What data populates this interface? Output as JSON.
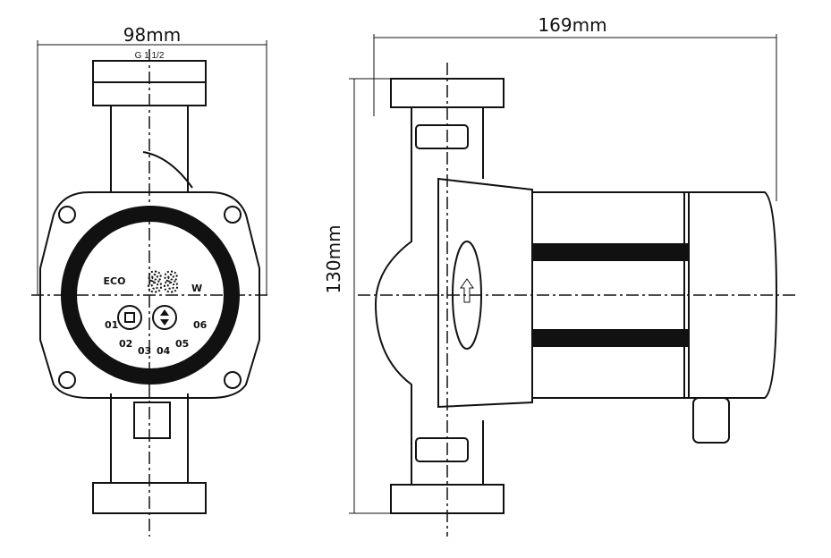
{
  "front_view": {
    "width_dim": "98mm",
    "thread": "G 1 1/2",
    "panel": {
      "eco_label": "ECO",
      "display": "88",
      "unit": "W",
      "speeds": [
        "01",
        "02",
        "03",
        "04",
        "05",
        "06"
      ]
    }
  },
  "side_view": {
    "length_dim": "169mm",
    "height_dim": "130mm"
  }
}
